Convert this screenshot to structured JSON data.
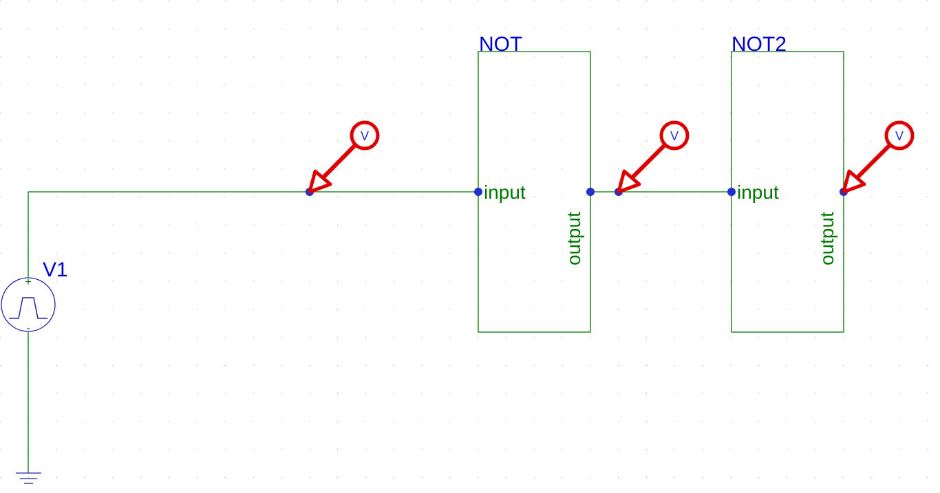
{
  "schematic": {
    "source": {
      "name": "V1",
      "plus": "+",
      "minus": "-"
    },
    "blocks": [
      {
        "name": "NOT",
        "input_label": "input",
        "output_label": "output"
      },
      {
        "name": "NOT2",
        "input_label": "input",
        "output_label": "output"
      }
    ],
    "probe_label": "V",
    "colors": {
      "wire": "#007700",
      "pin": "#1f2fd0",
      "probe": "#dd0000",
      "grid": "#9a9a9a",
      "part_name": "#0000cc",
      "pin_label": "#007700"
    }
  }
}
